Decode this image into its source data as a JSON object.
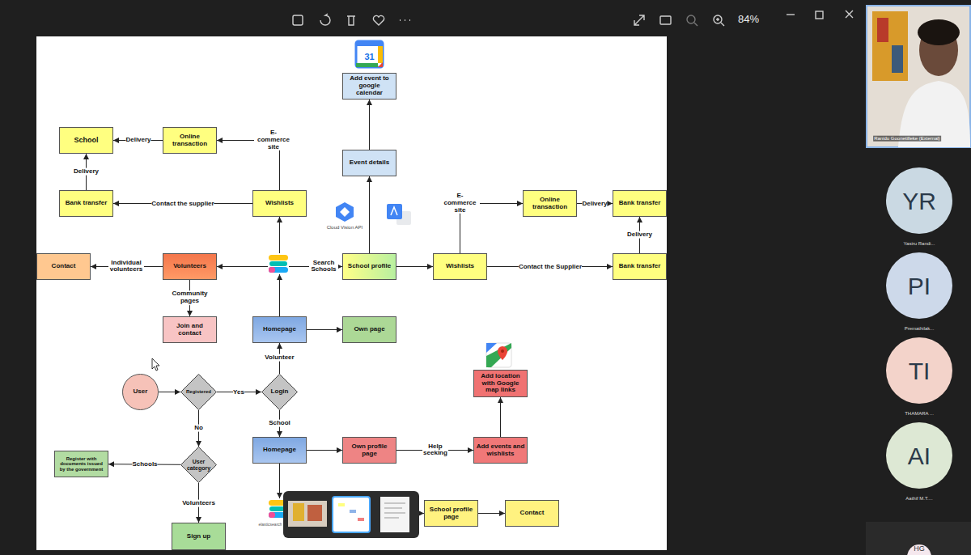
{
  "diagram": {
    "nodes": [
      {
        "text": [
          "Add event to google calendar"
        ]
      },
      {
        "text": [
          "School"
        ]
      },
      {
        "text": [
          "Online transaction"
        ]
      },
      {
        "text": [
          "Event details"
        ]
      },
      {
        "text": [
          "Bank transfer"
        ]
      },
      {
        "text": [
          "Wishlists"
        ]
      },
      {
        "text": [
          "Online transaction"
        ]
      },
      {
        "text": [
          "Bank transfer"
        ]
      },
      {
        "text": [
          "Contact"
        ]
      },
      {
        "text": [
          "Volunteers"
        ]
      },
      {
        "text": [
          "School profile"
        ]
      },
      {
        "text": [
          "Wishlists"
        ]
      },
      {
        "text": [
          "Bank transfer"
        ]
      },
      {
        "text": [
          "Join and contact"
        ]
      },
      {
        "text": [
          "Homepage"
        ]
      },
      {
        "text": [
          "Own page"
        ]
      },
      {
        "text": [
          "Add location with Google map links"
        ]
      },
      {
        "text": [
          "User"
        ]
      },
      {
        "text": [
          "Registered"
        ]
      },
      {
        "text": [
          "Login"
        ]
      },
      {
        "text": [
          "Homepage"
        ]
      },
      {
        "text": [
          "Own profile page"
        ]
      },
      {
        "text": [
          "Add events and wishlists"
        ]
      },
      {
        "text": [
          "Register with documents issued by the government"
        ]
      },
      {
        "text": [
          "User category"
        ]
      },
      {
        "text": [
          "School profile page"
        ]
      },
      {
        "text": [
          "Contact"
        ]
      },
      {
        "text": [
          "Sign up"
        ]
      }
    ],
    "edges": [
      {
        "from": 3,
        "to": 0,
        "arrow": "to"
      },
      {
        "from": 10,
        "to": 3,
        "arrow": "to"
      },
      {
        "from": 2,
        "to": 1,
        "label": "Delivery",
        "arrow": "to"
      },
      {
        "from": 5,
        "to": 2,
        "label": "E-commerce site",
        "arrow": "to"
      },
      {
        "from": 4,
        "to": 1,
        "label": "Delivery",
        "arrow": "to"
      },
      {
        "from": 5,
        "to": 4,
        "label": "Contact the supplier",
        "arrow": "to"
      },
      {
        "from": 11,
        "to": 6,
        "label": "E-commerce site",
        "arrow": "to"
      },
      {
        "from": 6,
        "to": 7,
        "label": "Delivery",
        "arrow": "to"
      },
      {
        "from": 12,
        "to": 7,
        "label": "Delivery",
        "arrow": "to"
      },
      {
        "from": 11,
        "to": 12,
        "label": "Contact the Supplier",
        "arrow": "to"
      },
      {
        "from": 9,
        "to": 8,
        "label": "Individual volunteers",
        "arrow": "to"
      },
      {
        "from": 10,
        "to": 11,
        "arrow": "to"
      },
      {
        "from": 9,
        "to": 13,
        "label": "Community pages",
        "arrow": "to"
      },
      {
        "from": 14,
        "to": 15,
        "arrow": "to"
      },
      {
        "from": 19,
        "to": 14,
        "label": "Volunteer",
        "arrow": "to"
      },
      {
        "from": 19,
        "to": 20,
        "label": "School",
        "arrow": "to"
      },
      {
        "from": 17,
        "to": 18,
        "arrow": "to"
      },
      {
        "from": 18,
        "to": 19,
        "label": "Yes",
        "arrow": "to"
      },
      {
        "from": 18,
        "to": 24,
        "label": "No",
        "arrow": "to"
      },
      {
        "from": 24,
        "to": 23,
        "label": "Schools",
        "arrow": "to"
      },
      {
        "from": 24,
        "to": 27,
        "label": "Volunteers",
        "arrow": "to"
      },
      {
        "from": 20,
        "to": 21,
        "arrow": "to"
      },
      {
        "from": 21,
        "to": 22,
        "label": "Help seeking",
        "arrow": "to"
      },
      {
        "from": 22,
        "to": 16,
        "arrow": "to"
      },
      {
        "from": 25,
        "to": 26,
        "arrow": "to"
      }
    ],
    "labels": [
      "31",
      "Cloud Vision API",
      "Search Schools",
      "elasticsearch",
      "84%",
      "Ranidu Goonetilleke (External)",
      "YR",
      "Yasiru Randi...",
      "PI",
      "Premathilak...",
      "TI",
      "THAMARA ...",
      "AI",
      "Aathif M.T....",
      "HG"
    ]
  }
}
